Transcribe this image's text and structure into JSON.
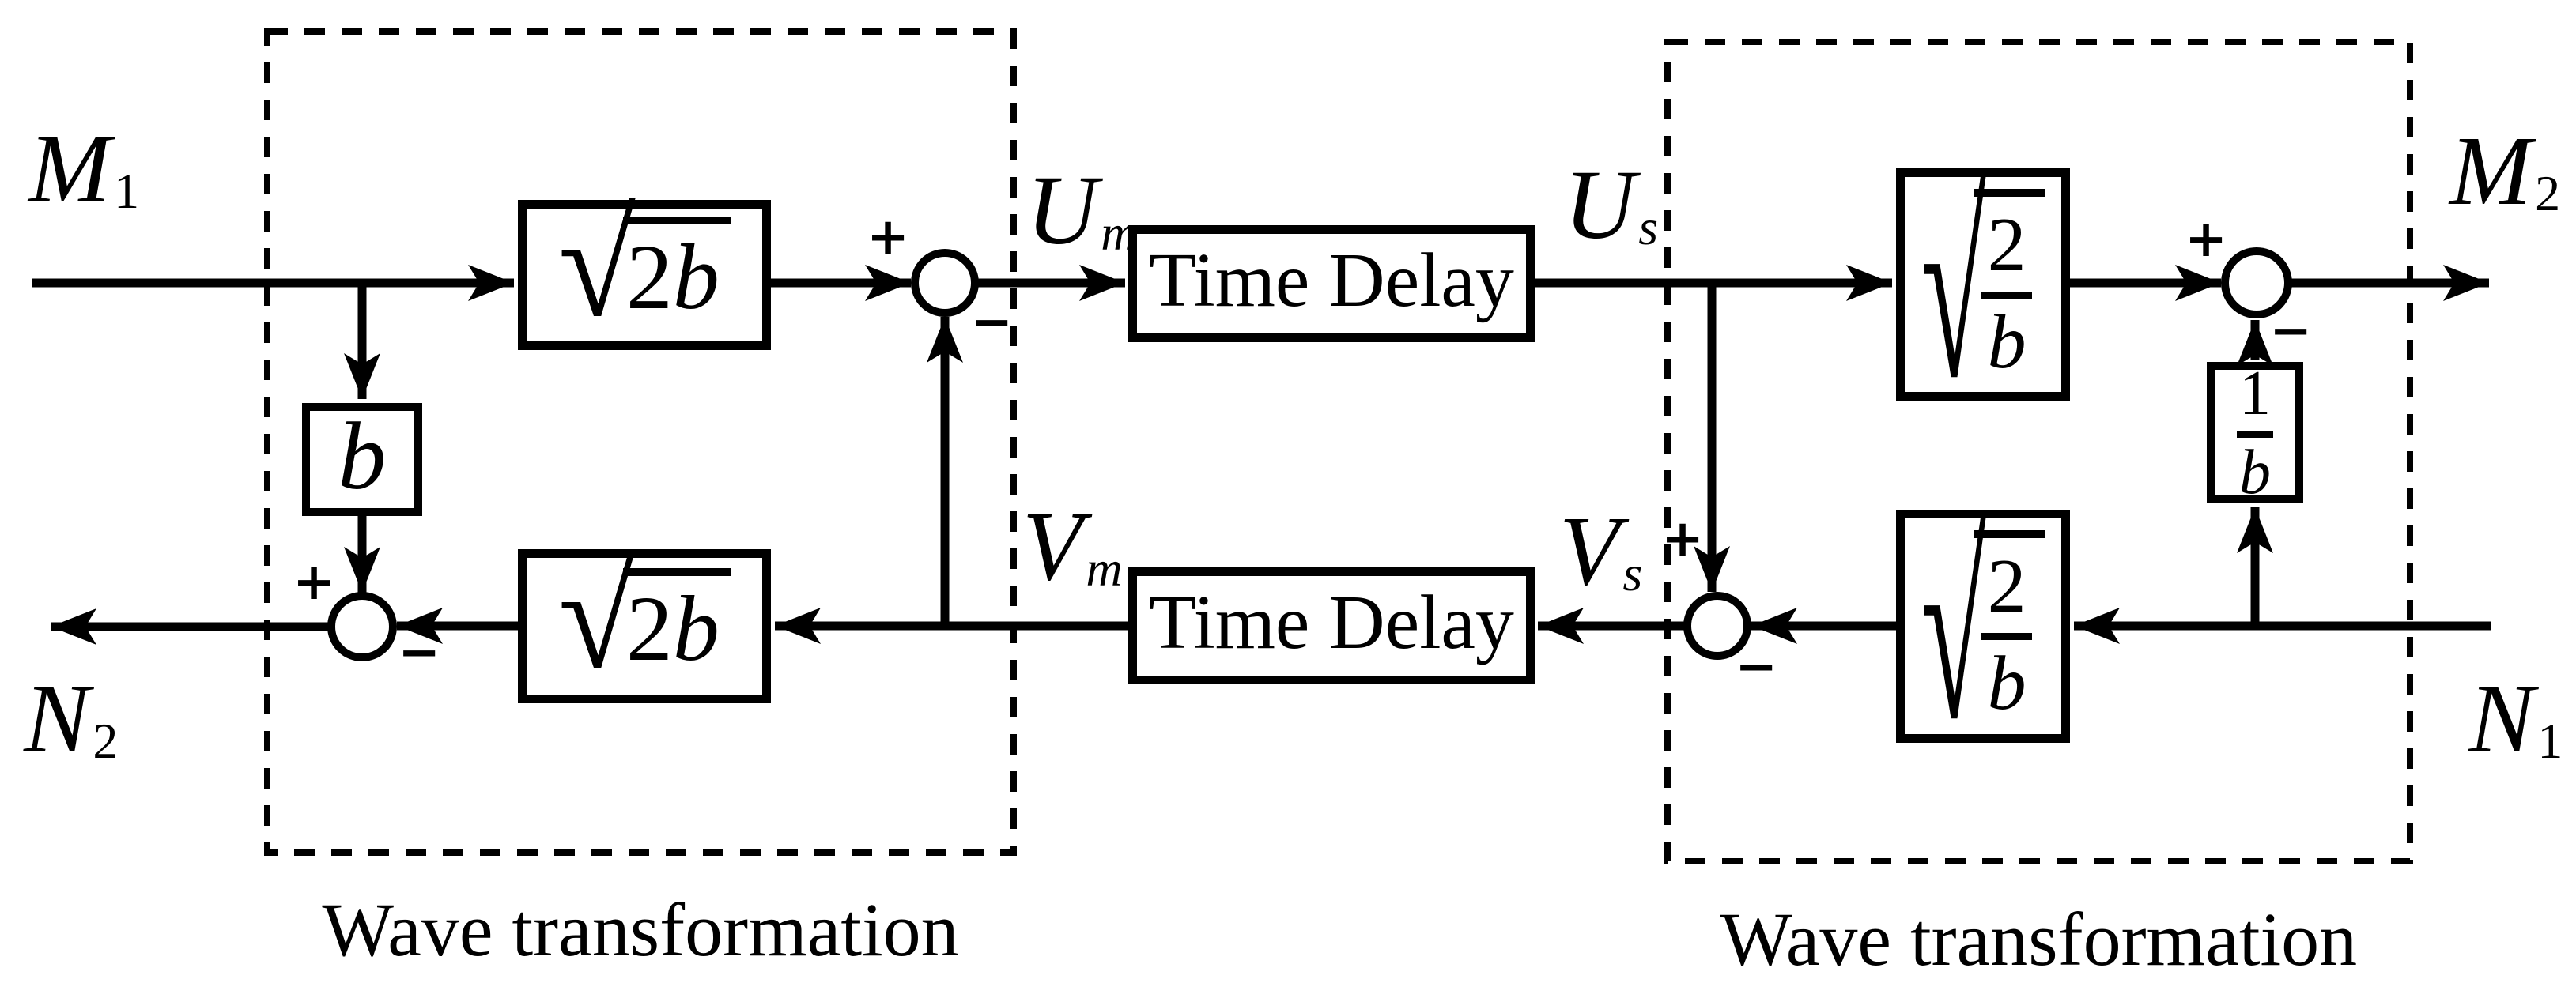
{
  "figure": {
    "left_group": {
      "caption": "Wave transformation"
    },
    "right_group": {
      "caption": "Wave transformation"
    },
    "blocks": {
      "gain_b": {
        "label": "b"
      },
      "sqrt_2b": {
        "radical": "√",
        "coef": "2",
        "var": "b"
      },
      "time_delay": {
        "label": "Time Delay"
      },
      "sqrt_2_over_b": {
        "radical": "√",
        "num": "2",
        "den": "b"
      },
      "one_over_b": {
        "num": "1",
        "den": "b"
      }
    },
    "signals": {
      "m1": {
        "base": "M",
        "sub": "1"
      },
      "n2": {
        "base": "N",
        "sub": "2"
      },
      "m2": {
        "base": "M",
        "sub": "2"
      },
      "n1": {
        "base": "N",
        "sub": "1"
      },
      "um": {
        "base": "U",
        "sub": "m"
      },
      "us": {
        "base": "U",
        "sub": "s"
      },
      "vm": {
        "base": "V",
        "sub": "m"
      },
      "vs": {
        "base": "V",
        "sub": "s"
      }
    },
    "signs": {
      "plus": "+",
      "minus": "−"
    },
    "colors": {
      "ink": "#000000",
      "background": "#ffffff"
    }
  }
}
